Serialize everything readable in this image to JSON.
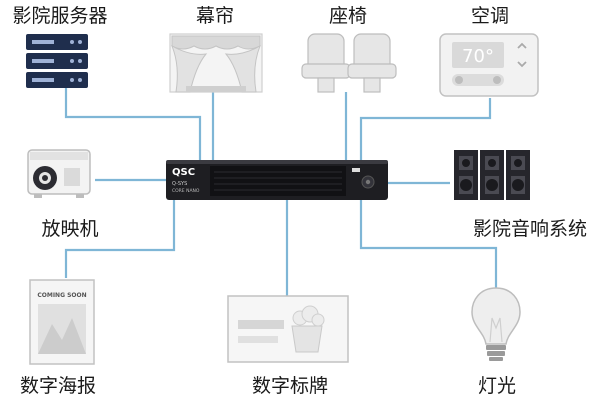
{
  "hub": {
    "brand": "QSC",
    "model": "Q-SYS",
    "subtitle": "CORE NANO"
  },
  "nodes": {
    "server": {
      "label": "影院服务器",
      "icon": "server-rack-icon"
    },
    "curtain": {
      "label": "幕帘",
      "icon": "stage-curtain-icon"
    },
    "seats": {
      "label": "座椅",
      "icon": "cinema-seats-icon"
    },
    "hvac": {
      "label": "空调",
      "icon": "thermostat-icon",
      "display": "70°"
    },
    "projector": {
      "label": "放映机",
      "icon": "projector-icon"
    },
    "audio": {
      "label": "影院音响系统",
      "icon": "speaker-array-icon"
    },
    "poster": {
      "label": "数字海报",
      "icon": "poster-icon",
      "caption": "COMING SOON"
    },
    "signage": {
      "label": "数字标牌",
      "icon": "digital-signage-icon"
    },
    "light": {
      "label": "灯光",
      "icon": "light-bulb-icon"
    }
  },
  "colors": {
    "line": "#7fb6d6",
    "hub": "#1e1e22",
    "icon_stroke": "#b8b8b8",
    "icon_fill": "#eeeeee"
  }
}
